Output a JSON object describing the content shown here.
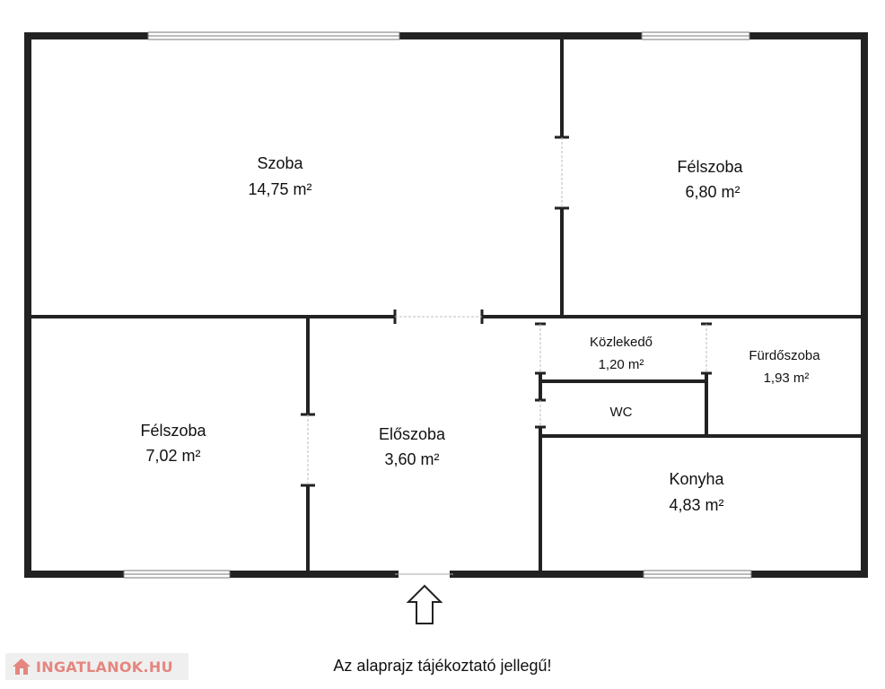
{
  "rooms": [
    {
      "id": "szoba",
      "name": "Szoba",
      "area": "14,75 m²"
    },
    {
      "id": "felszoba-1",
      "name": "Félszoba",
      "area": "6,80 m²"
    },
    {
      "id": "kozlekedo",
      "name": "Közlekedő",
      "area": "1,20 m²"
    },
    {
      "id": "furdoszoba",
      "name": "Fürdőszoba",
      "area": "1,93 m²"
    },
    {
      "id": "wc",
      "name": "WC",
      "area": ""
    },
    {
      "id": "felszoba-2",
      "name": "Félszoba",
      "area": "7,02 m²"
    },
    {
      "id": "eloszoba",
      "name": "Előszoba",
      "area": "3,60 m²"
    },
    {
      "id": "konyha",
      "name": "Konyha",
      "area": "4,83 m²"
    }
  ],
  "note": "Az alaprajz tájékoztató jellegű!",
  "logo": {
    "text": "INGATLANOK.HU",
    "color": "#e4867f"
  },
  "colors": {
    "wall": "#222222",
    "window": "#777777",
    "background": "#ffffff"
  },
  "icons": {
    "entrance": "arrow-up-icon",
    "logo": "house-icon"
  }
}
